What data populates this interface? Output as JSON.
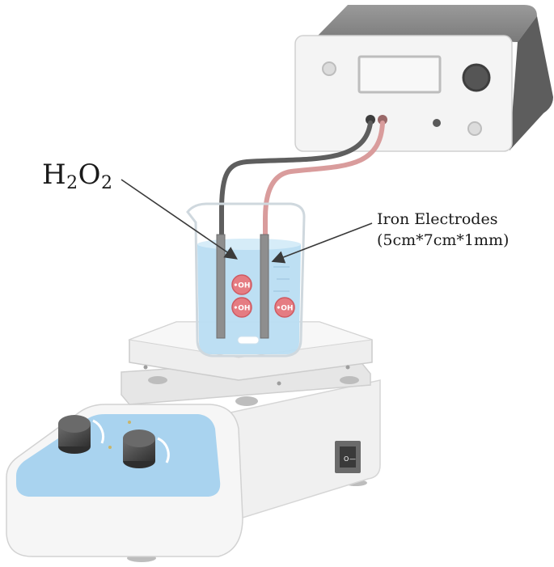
{
  "labels": {
    "reagent": {
      "main": "H",
      "sub1": "2",
      "mid": "O",
      "sub2": "2"
    },
    "electrode_title": "Iron Electrodes",
    "electrode_dims": "(5cm*7cm*1mm)",
    "radical": "•OH",
    "switch_on": "O",
    "switch_off": "—"
  },
  "colors": {
    "water": "#b9ddf2",
    "panel_blue": "#a9d3ef",
    "radical": "#e57c82",
    "wire_red": "#d99c9c",
    "wire_gray": "#5e5e5e",
    "device_body": "#f2f2f2",
    "device_dark": "#6d6d6d"
  }
}
